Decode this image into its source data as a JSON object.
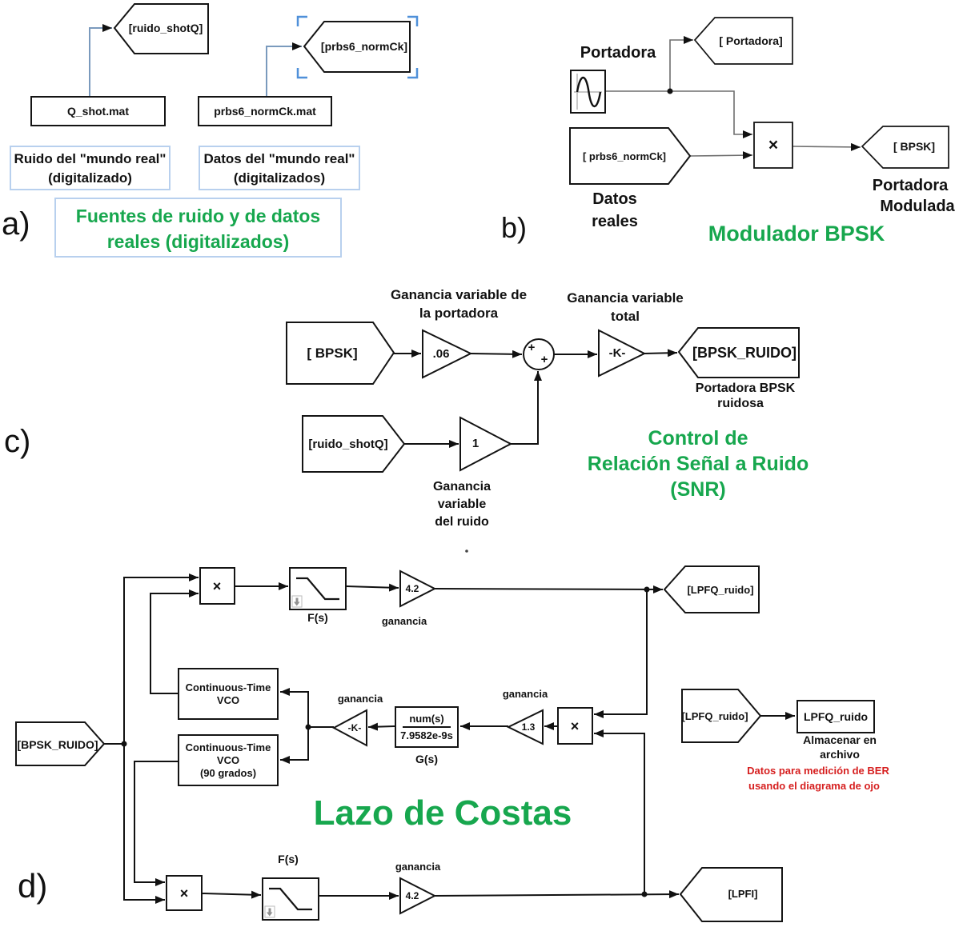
{
  "colors": {
    "accent_green": "#17a74e",
    "warning_red": "#d61f1f",
    "wire_blue": "#7a9abd",
    "selection_blue": "#4f90d9",
    "note_border_blue": "#b8d0ee",
    "block_stroke": "#141414"
  },
  "sections": {
    "a": {
      "label": "a)",
      "goto_ruido": "[ruido_shotQ]",
      "goto_prbs": "[prbs6_normCk]",
      "file_q": "Q_shot.mat",
      "file_prbs": "prbs6_normCk.mat",
      "note_ruido_line1": "Ruido del \"mundo real\"",
      "note_ruido_line2": "(digitalizado)",
      "note_datos_line1": "Datos del \"mundo real\"",
      "note_datos_line2": "(digitalizados)",
      "title_line1": "Fuentes  de ruido y de datos",
      "title_line2": "reales (digitalizados)"
    },
    "b": {
      "label": "b)",
      "carrier_label": "Portadora",
      "goto_portadora": "[ Portadora]",
      "from_prbs": "[ prbs6_normCk]",
      "from_prbs_caption_line1": "Datos",
      "from_prbs_caption_line2": "reales",
      "product_symbol": "×",
      "goto_bpsk": "[ BPSK]",
      "goto_bpsk_caption_line1": "Portadora",
      "goto_bpsk_caption_line2": "Modulada",
      "title": "Modulador BPSK"
    },
    "c": {
      "label": "c)",
      "from_bpsk": "[ BPSK]",
      "carrier_gain_value": ".06",
      "carrier_gain_label_line1": "Ganancia variable de",
      "carrier_gain_label_line2": "la portadora",
      "sum_sign_top": "+",
      "sum_sign_bottom": "+",
      "total_gain_value": "-K-",
      "total_gain_label_line1": "Ganancia variable",
      "total_gain_label_line2": "total",
      "goto_bpsk_ruido": "[BPSK_RUIDO]",
      "goto_caption_line1": "Portadora BPSK",
      "goto_caption_line2": "ruidosa",
      "from_ruido": "[ruido_shotQ]",
      "noise_gain_value": "1",
      "noise_gain_label_line1": "Ganancia",
      "noise_gain_label_line2": "variable",
      "noise_gain_label_line3": "del ruido",
      "title_line1": "Control de",
      "title_line2": "Relación Señal a Ruido",
      "title_line3": "(SNR)"
    },
    "d": {
      "label": "d)",
      "from_bpsk_ruido": "[BPSK_RUIDO]",
      "product_symbol": "×",
      "filter_label": "F(s)",
      "gain_label": "ganancia",
      "gain_q_value": "4.2",
      "gain_i_value": "4.2",
      "goto_lpfq": "[LPFQ_ruido]",
      "goto_lpfi": "[LPFI]",
      "vco_line1": "Continuous-Time",
      "vco_line2": "VCO",
      "vco90_line3": "(90 grados)",
      "loop_gain_value": "-K-",
      "tf_numerator": "num(s)",
      "tf_denominator": "7.9582e-9s",
      "tf_label": "G(s)",
      "error_gain_value": "1.3",
      "from_lpfq": "[LPFQ_ruido]",
      "tofile_name": "LPFQ_ruido",
      "tofile_caption_line1": "Almacenar en",
      "tofile_caption_line2": "archivo",
      "ber_note_line1": "Datos para medición de BER",
      "ber_note_line2": "usando el diagrama de ojo",
      "title": "Lazo de Costas"
    }
  }
}
